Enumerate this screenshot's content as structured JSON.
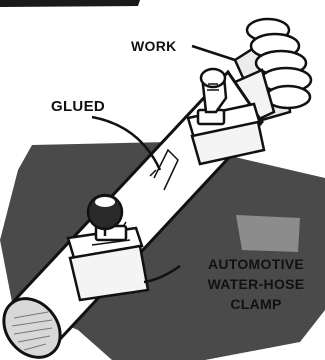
{
  "labels": {
    "work": "WORK",
    "glued": "GLUED",
    "clamp_line1": "AUTOMOTIVE",
    "clamp_line2": "WATER-HOSE",
    "clamp_line3": "CLAMP"
  }
}
